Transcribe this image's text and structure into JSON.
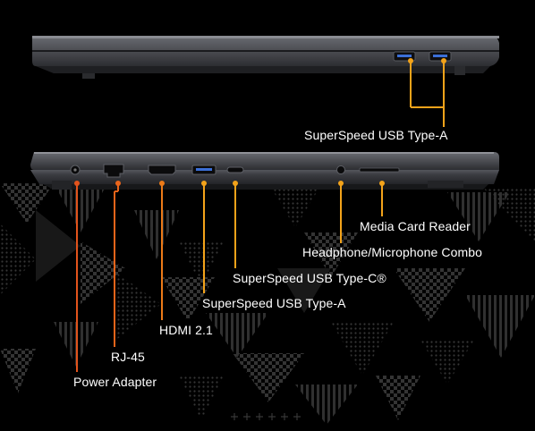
{
  "callouts": {
    "top_usb_a": "SuperSpeed USB Type-A",
    "media_card_reader": "Media Card Reader",
    "headphone_mic_combo": "Headphone/Microphone Combo",
    "usb_c": "SuperSpeed USB Type-C®",
    "usb_a": "SuperSpeed USB Type-A",
    "hdmi": "HDMI 2.1",
    "rj45": "RJ-45",
    "power_adapter": "Power Adapter"
  },
  "colors": {
    "background": "#000000",
    "laptop_body": "#2e2f33",
    "callout_orange": "#f3a31a",
    "callout_red_orange": "#e2531c",
    "label_text": "#ffffff"
  }
}
